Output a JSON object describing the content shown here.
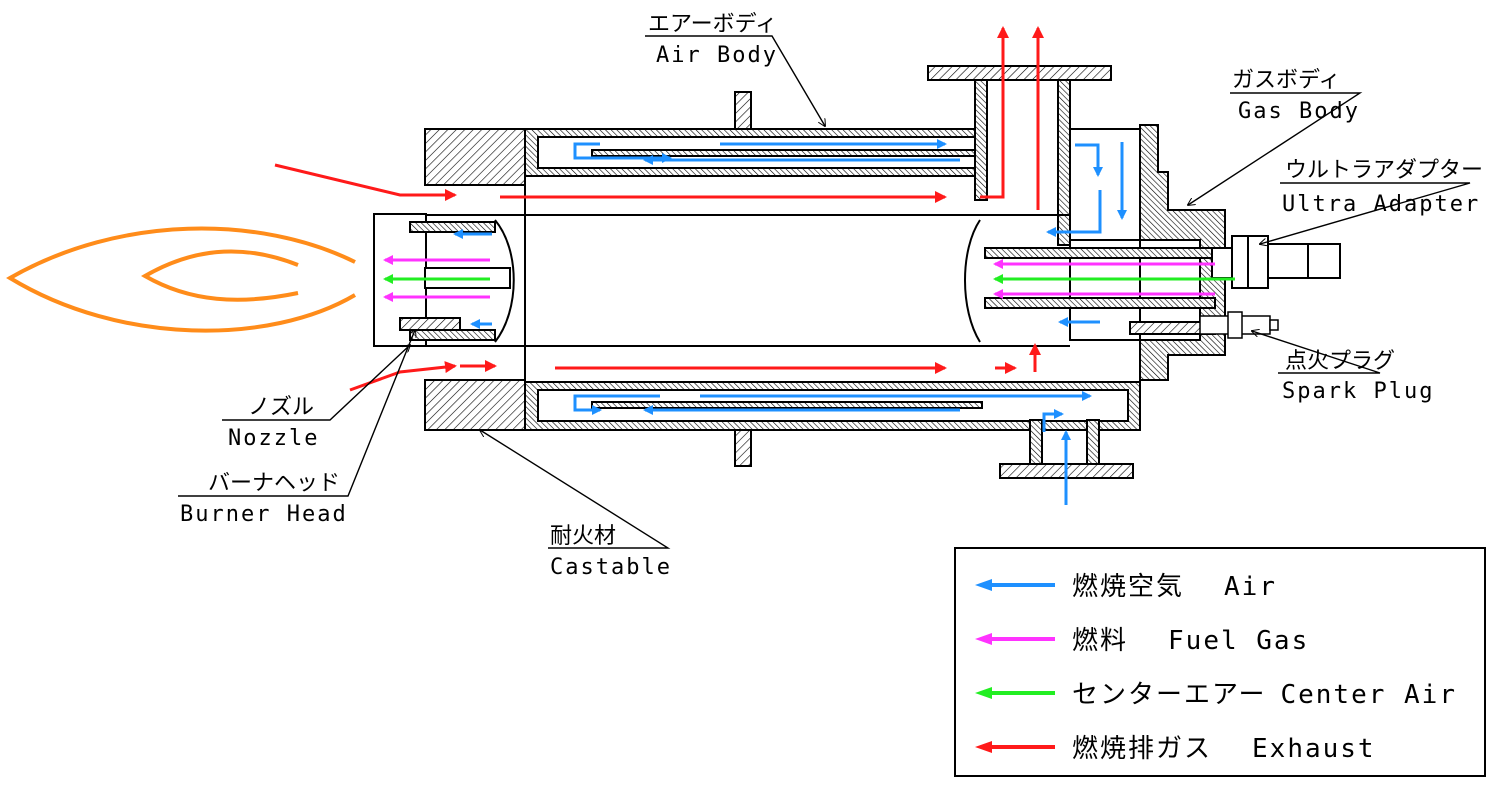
{
  "labels": {
    "air_body": {
      "jp": "エアーボディ",
      "en": "Air Body"
    },
    "gas_body": {
      "jp": "ガスボディ",
      "en": "Gas Body"
    },
    "ultra_adapter": {
      "jp": "ウルトラアダプター",
      "en": "Ultra Adapter"
    },
    "spark_plug": {
      "jp": "点火プラグ",
      "en": "Spark Plug"
    },
    "nozzle": {
      "jp": "ノズル",
      "en": "Nozzle"
    },
    "burner_head": {
      "jp": "バーナヘッド",
      "en": "Burner Head"
    },
    "castable": {
      "jp": "耐火材",
      "en": "Castable"
    }
  },
  "legend": [
    {
      "jp": "燃焼空気",
      "en": "Air",
      "color": "#1e90ff"
    },
    {
      "jp": "燃料",
      "en": "Fuel Gas",
      "color": "#ff33ff"
    },
    {
      "jp": "センターエアー",
      "en": "Center Air",
      "color": "#22ee22"
    },
    {
      "jp": "燃焼排ガス",
      "en": "Exhaust",
      "color": "#ff1a1a"
    }
  ],
  "colors": {
    "air": "#1e90ff",
    "fuel": "#ff33ff",
    "center_air": "#22ee22",
    "exhaust": "#ff1a1a",
    "flame": "#ff8c1a"
  }
}
